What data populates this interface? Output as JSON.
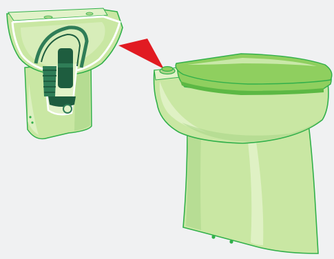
{
  "colors": {
    "background": "#f0f1f2",
    "porcelain_fill": "#c9e7a3",
    "porcelain_light": "#e1f2c8",
    "porcelain_shade": "#acd78a",
    "outline": "#31b04a",
    "seat": "#8fcf5f",
    "seat_edge": "#5cb844",
    "internal_dark": "#1e5d3f",
    "internal_mid": "#2f7d57",
    "cutaway_edge": "#ffffff",
    "pointer": "#e11b22"
  },
  "illustration": {
    "subjects": [
      {
        "id": "cutaway-toilet",
        "view": "sectioned",
        "shows_internal_macerator": true
      },
      {
        "id": "full-toilet",
        "view": "exterior",
        "lid_closed": true,
        "flush_buttons": 1,
        "base_screws": 2
      }
    ],
    "pointer": {
      "type": "triangle",
      "points_from": "cutaway-toilet",
      "points_to": "full-toilet"
    }
  }
}
